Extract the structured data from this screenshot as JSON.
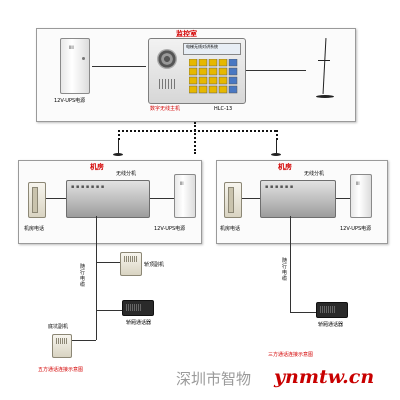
{
  "top": {
    "title": "监控室",
    "ups_label": "12V-UPS电源",
    "host_label": "数字无线主机",
    "model": "HLC-13",
    "host_header": "电梯无线对讲系统"
  },
  "rooms": [
    {
      "title": "机房",
      "splitter_label": "无线分机",
      "phone_label": "机房电话",
      "ups_label": "12V-UPS电源",
      "cable_label": "随行电缆",
      "car_phone_label": "轿顶副机",
      "intercom_label": "轿厢通话器",
      "pit_label": "底坑副机",
      "caption": "五方通话连接示意图"
    },
    {
      "title": "机房",
      "splitter_label": "无线分机",
      "phone_label": "机房电话",
      "ups_label": "12V-UPS电源",
      "cable_label": "随行电缆",
      "intercom_label": "轿厢通话器",
      "caption": "三方通话连接示意图"
    }
  ],
  "watermark": {
    "company": "深圳市智物",
    "site": "ynmtw.cn"
  }
}
